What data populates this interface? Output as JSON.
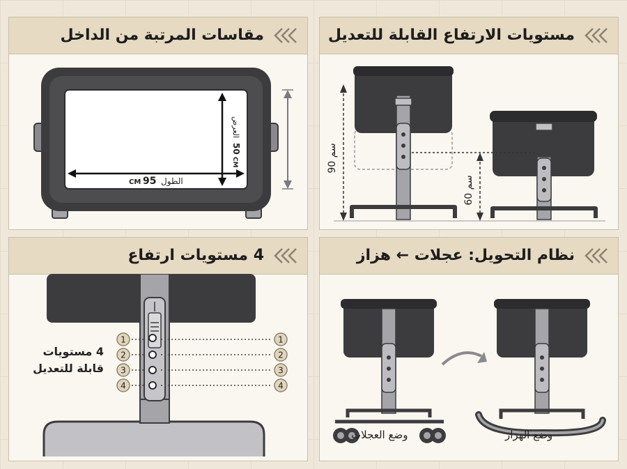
{
  "panels": {
    "mattress": {
      "title": "مقاسات المرتبة من الداخل",
      "length_label": "الطول",
      "length_value": "95",
      "length_unit": "CM",
      "width_label": "العرض",
      "width_value": "50",
      "width_unit": "CM"
    },
    "height_adjust": {
      "title": "مستويات الارتفاع القابلة للتعديل",
      "max_label": "90 سم",
      "min_label": "60 سم"
    },
    "four_levels": {
      "title": "4 مستويات ارتفاع",
      "description_line1": "4 مستويات",
      "description_line2": "قابلة للتعديل",
      "levels": [
        "1",
        "2",
        "3",
        "4"
      ]
    },
    "conversion": {
      "title": "نظام التحويل: عجلات ← هزاز",
      "wheels_mode": "وضع العجلات",
      "rocker_mode": "وضع الهزاز"
    }
  },
  "colors": {
    "frame_dark": "#3c3c3e",
    "metal": "#a5a5a9",
    "header_bg": "#e6dac2",
    "panel_bg": "#faf7f0",
    "badge_bg": "#e2d5bc"
  }
}
